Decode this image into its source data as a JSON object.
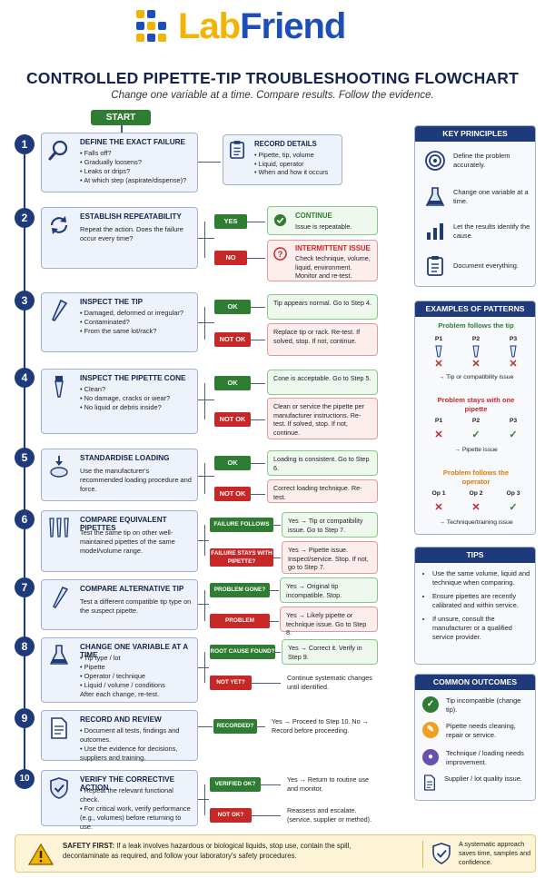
{
  "logo": {
    "word_part1": "Lab",
    "word_part2": "Friend",
    "brand_yellow": "#f2b400",
    "brand_blue": "#1e4fb8"
  },
  "header": {
    "title": "CONTROLLED PIPETTE-TIP TROUBLESHOOTING FLOWCHART",
    "subtitle": "Change one variable at a time. Compare results. Follow the evidence."
  },
  "start_label": "START",
  "steps": [
    {
      "number": "1",
      "icon": "magnifier-icon",
      "title": "DEFINE THE EXACT FAILURE",
      "lines": [
        "Falls off?",
        "Gradually loosens?",
        "Leaks or drips?",
        "At which step (aspirate/dispense)?"
      ]
    },
    {
      "number": "2",
      "icon": "repeat-arrows-icon",
      "title": "ESTABLISH REPEATABILITY",
      "text": "Repeat the action. Does the failure occur every time?"
    },
    {
      "number": "3",
      "icon": "pipette-tip-icon",
      "title": "INSPECT THE TIP",
      "lines": [
        "Damaged, deformed or irregular?",
        "Contaminated?",
        "From the same lot/rack?"
      ]
    },
    {
      "number": "4",
      "icon": "pipette-cone-icon",
      "title": "INSPECT THE PIPETTE CONE",
      "lines": [
        "Clean?",
        "No damage, cracks or wear?",
        "No liquid or debris inside?"
      ]
    },
    {
      "number": "5",
      "icon": "tip-loading-icon",
      "title": "STANDARDISE LOADING",
      "text": "Use the manufacturer's recommended loading procedure and force."
    },
    {
      "number": "6",
      "icon": "multiple-pipettes-icon",
      "title": "COMPARE EQUIVALENT PIPETTES",
      "text": "Test the same tip on other well-maintained pipettes of the same model/volume range."
    },
    {
      "number": "7",
      "icon": "alternative-tip-icon",
      "title": "COMPARE ALTERNATIVE TIP",
      "text": "Test a different compatible tip type on the suspect pipette."
    },
    {
      "number": "8",
      "icon": "flask-icon",
      "title": "CHANGE ONE VARIABLE AT A TIME",
      "lines": [
        "Tip type / lot",
        "Pipette",
        "Operator / technique",
        "Liquid / volume / conditions"
      ],
      "after": "After each change, re-test."
    },
    {
      "number": "9",
      "icon": "document-icon",
      "title": "RECORD AND REVIEW",
      "lines": [
        "Document all tests, findings and outcomes.",
        "Use the evidence for decisions, suppliers and training."
      ]
    },
    {
      "number": "10",
      "icon": "shield-check-icon",
      "title": "VERIFY THE CORRECTIVE ACTION",
      "lines": [
        "Repeat the relevant functional check.",
        "For critical work, verify performance (e.g., volumes) before returning to use."
      ]
    }
  ],
  "record_details": {
    "title": "RECORD DETAILS",
    "lines": [
      "Pipette, tip, volume",
      "Liquid, operator",
      "When and how it occurs"
    ]
  },
  "branches": {
    "s2": {
      "yes": "YES",
      "no": "NO",
      "yes_title": "CONTINUE",
      "yes_text": "Issue is repeatable.",
      "no_title": "INTERMITTENT ISSUE",
      "no_text": "Check technique, volume, liquid, environment. Monitor and re-test."
    },
    "s3": {
      "ok": "OK",
      "notok": "NOT OK",
      "ok_text": "Tip appears normal. Go to Step 4.",
      "notok_text": "Replace tip or rack. Re-test. If solved, stop. If not, continue."
    },
    "s4": {
      "ok": "OK",
      "notok": "NOT OK",
      "ok_text": "Cone is acceptable. Go to Step 5.",
      "notok_text": "Clean or service the pipette per manufacturer instructions. Re-test. If solved, stop. If not, continue."
    },
    "s5": {
      "ok": "OK",
      "notok": "NOT OK",
      "ok_text": "Loading is consistent. Go to Step 6.",
      "notok_text": "Correct loading technique. Re-test."
    },
    "s6": {
      "a": "FAILURE FOLLOWS TIP?",
      "b": "FAILURE STAYS WITH PIPETTE?",
      "a_text": "Yes → Tip or compatibility issue. Go to Step 7.",
      "b_text": "Yes → Pipette issue. Inspect/service. Stop. If not, go to Step 7."
    },
    "s7": {
      "a": "PROBLEM GONE?",
      "b": "PROBLEM REMAINS?",
      "a_text": "Yes → Original tip incompatible. Stop.",
      "b_text": "Yes → Likely pipette or technique issue. Go to Step 8."
    },
    "s8": {
      "a": "ROOT CAUSE FOUND?",
      "b": "NOT YET?",
      "a_text": "Yes → Correct it. Verify in Step 9.",
      "b_text": "Continue systematic changes until identified."
    },
    "s9": {
      "a": "RECORDED?",
      "a_text": "Yes → Proceed to Step 10. No → Record before proceeding."
    },
    "s10": {
      "a": "VERIFIED OK?",
      "b": "NOT OK?",
      "a_text": "Yes → Return to routine use and monitor.",
      "b_text": "Reassess and escalate. (service, supplier or method)."
    }
  },
  "key_principles": {
    "title": "KEY PRINCIPLES",
    "items": [
      {
        "icon": "target-icon",
        "text": "Define the problem accurately."
      },
      {
        "icon": "flask-icon",
        "text": "Change one variable at a time."
      },
      {
        "icon": "bar-chart-icon",
        "text": "Let the results identify the cause."
      },
      {
        "icon": "clipboard-icon",
        "text": "Document everything."
      }
    ]
  },
  "patterns": {
    "title": "EXAMPLES OF PATTERNS",
    "groups": [
      {
        "heading": "Problem follows the tip",
        "color": "#2e7d32",
        "labels": [
          "P1",
          "P2",
          "P3"
        ],
        "marks": [
          "✕",
          "✕",
          "✕"
        ],
        "result": "→ Tip or compatibility issue"
      },
      {
        "heading": "Problem stays with one pipette",
        "color": "#c62828",
        "labels": [
          "P1",
          "P2",
          "P3"
        ],
        "marks": [
          "✕",
          "✓",
          "✓"
        ],
        "result": "→ Pipette issue"
      },
      {
        "heading": "Problem follows the operator",
        "color": "#e07b00",
        "labels": [
          "Op 1",
          "Op 2",
          "Op 3"
        ],
        "marks": [
          "✕",
          "✕",
          "✓"
        ],
        "result": "→ Technique/training issue"
      }
    ]
  },
  "tips": {
    "title": "TIPS",
    "items": [
      "Use the same volume, liquid and technique when comparing.",
      "Ensure pipettes are recently calibrated and within service.",
      "If unsure, consult the manufacturer or a qualified service provider."
    ]
  },
  "outcomes": {
    "title": "COMMON OUTCOMES",
    "items": [
      {
        "icon": "check-circle-icon",
        "color": "#2e7d32",
        "text": "Tip incompatible (change tip)."
      },
      {
        "icon": "wrench-icon",
        "color": "#f0a020",
        "text": "Pipette needs cleaning, repair or service."
      },
      {
        "icon": "person-icon",
        "color": "#6a4fb0",
        "text": "Technique / loading needs improvement."
      },
      {
        "icon": "document-icon",
        "color": "#1e3a7a",
        "text": "Supplier / lot quality issue."
      }
    ]
  },
  "safety": {
    "label": "SAFETY FIRST:",
    "text": "If a leak involves hazardous or biological liquids, stop use, contain the spill, decontaminate as required, and follow your laboratory's safety procedures.",
    "right_text": "A systematic approach saves time, samples and confidence."
  }
}
